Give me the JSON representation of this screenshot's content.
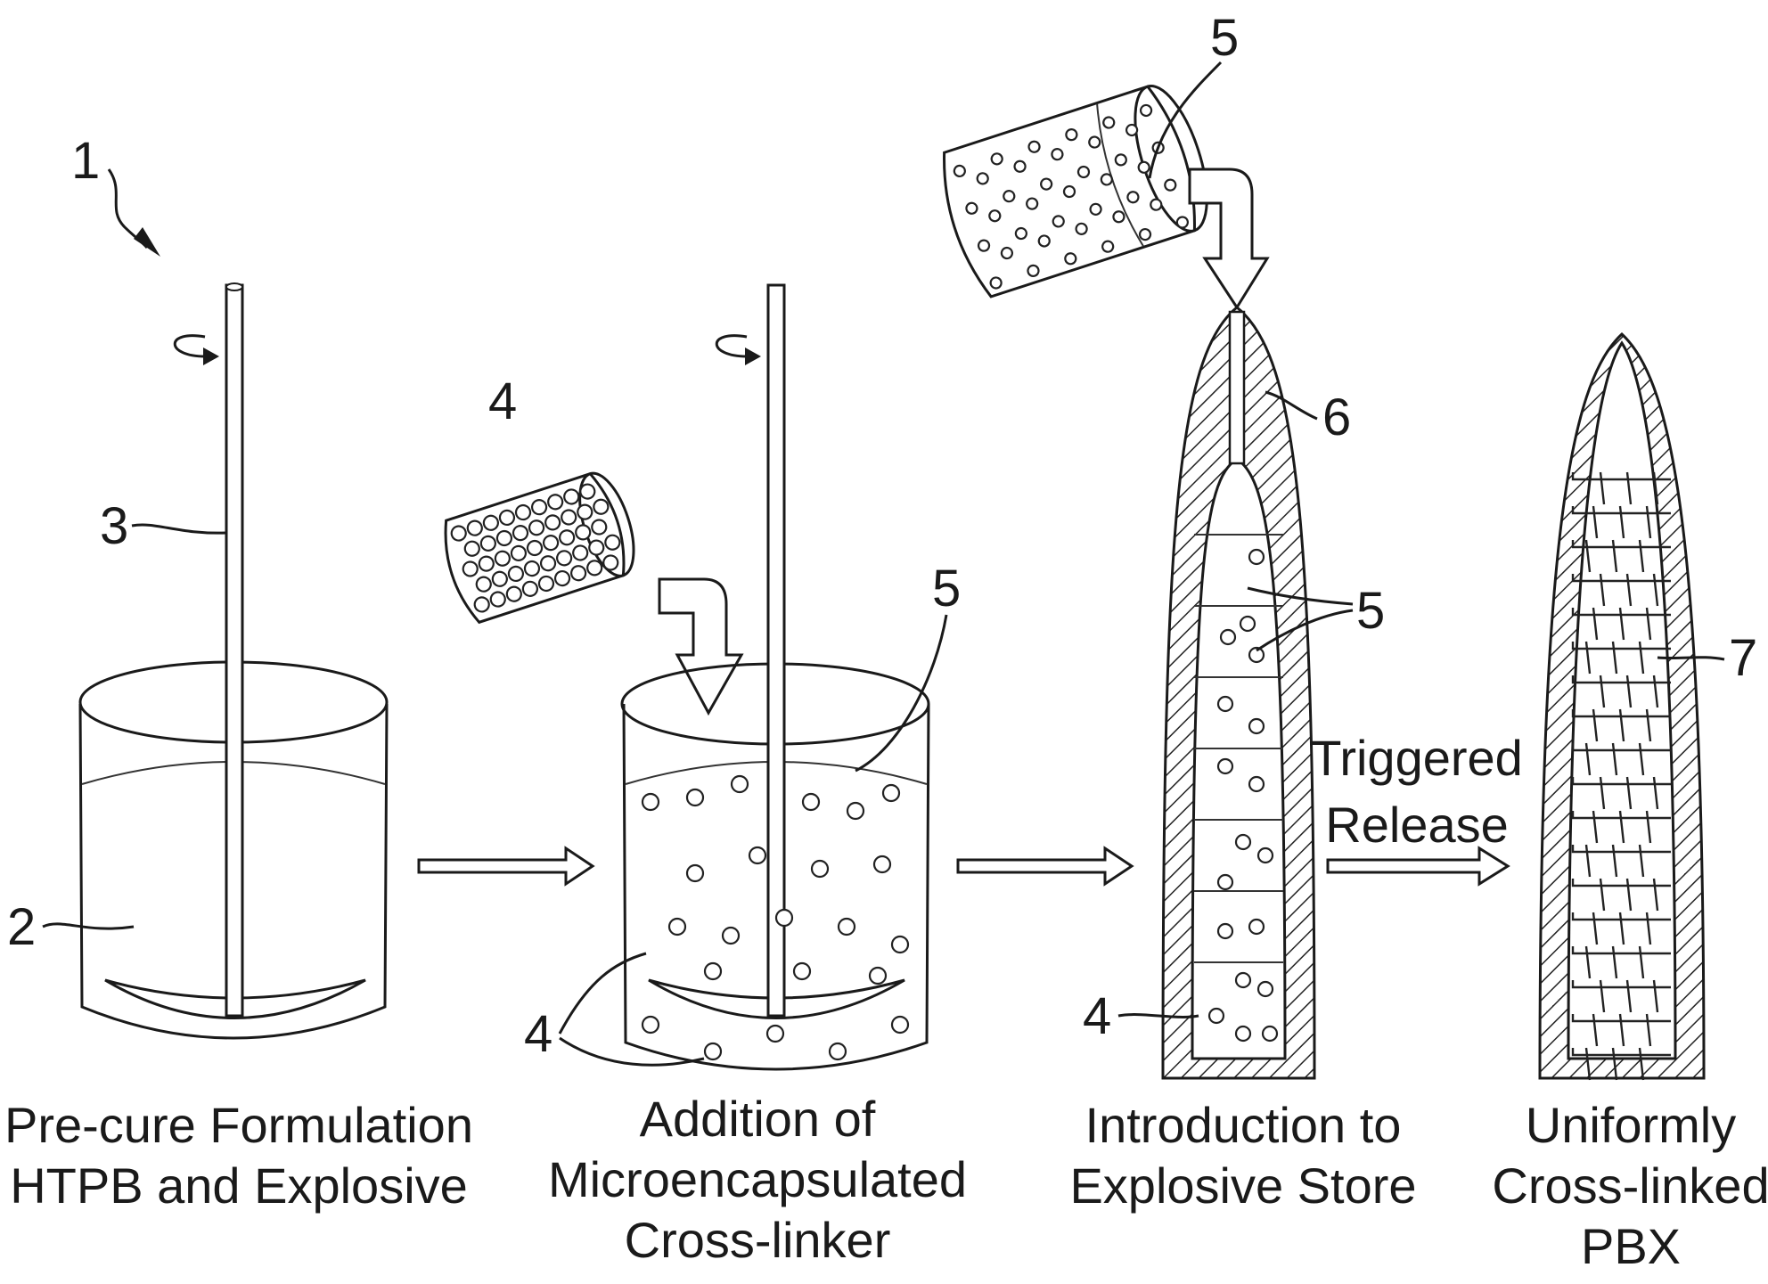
{
  "reference_numerals": {
    "n1": "1",
    "n2": "2",
    "n3": "3",
    "n4a": "4",
    "n4b": "4",
    "n4c": "4",
    "n5a": "5",
    "n5b": "5",
    "n5c": "5",
    "n6": "6",
    "n7": "7"
  },
  "captions": {
    "step1": [
      "Pre-cure Formulation",
      "HTPB and Explosive"
    ],
    "step2": [
      "Addition of",
      "Microencapsulated",
      "Cross-linker"
    ],
    "step3": [
      "Introduction to",
      "Explosive Store"
    ],
    "step4": [
      "Uniformly",
      "Cross-linked",
      "PBX"
    ]
  },
  "arrow_label": [
    "Triggered",
    "Release"
  ]
}
